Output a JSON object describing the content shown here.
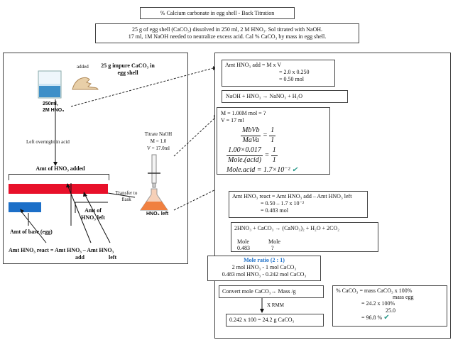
{
  "title": "% Calcium carbonate in egg shell - Back Titration",
  "problem": {
    "line1": "25 g of egg shell (CaCO₃) dissolved in 250 ml, 2 M HNO₃. Sol titrated with NaOH.",
    "line2": "17 ml, 1M NaOH needed to neutralize excess acid. Cal % CaCO₃ by mass in egg shell."
  },
  "left_panel": {
    "added_label": "added",
    "impure_label": "25 g impure CaCO₃ in egg shell",
    "beaker_label_1": "250ml,",
    "beaker_label_2": "2M HNO₃",
    "left_overnight": "Left  overnight in acid",
    "titrate_title": "Titrate  NaOH",
    "titrate_m": "M = 1.0",
    "titrate_v": "V = 17.0ml",
    "transfer_label": "Transfer to flask",
    "hno3_left_flask": "HNO₃ left",
    "amt_added": "Amt of HNO₃ added",
    "amt_left": "Amt of HNO₃ left",
    "amt_base": "Amt of base (egg)",
    "react_eq_left": "Amt  HNO₃ react = Amt HNO₃ – Amt  HNO₃",
    "react_eq_add": "add",
    "react_eq_leftword": "left",
    "colors": {
      "red_bar": "#e8102a",
      "blue_bar": "#1c6fc8",
      "accent": "#2a9a8a"
    }
  },
  "right_panel": {
    "amt_add_1": "Amt HNO₃ add = M x V",
    "amt_add_2": "= 2.0 x 0.250",
    "amt_add_3": "= 0.50 mol",
    "reaction1": "NaOH   +    HNO₃    →   NaNO₃  +  H₂O",
    "m_line": "M = 1.00M       mol = ?",
    "v_line": "V = 17 ml",
    "eq1_num_l": "MbVb",
    "eq1_den_l": "MaVa",
    "eq1_num_r": "1",
    "eq1_den_r": "1",
    "eq2_num_l": "1.00×0.017",
    "eq2_den_l": "Mole.(acid)",
    "eq2_num_r": "1",
    "eq2_den_r": "1",
    "eq3": "Mole.acid  = 1.7×10⁻²",
    "react_1": "Amt HNO₃ react = Amt HNO₃ add – Amt HNO₃ left",
    "react_2": "=          0.50       –    1.7 x 10⁻²",
    "react_3": "=  0.483 mol",
    "reaction2": "2HNO₃   +   CaCO₃   →   (CaNO₃)₂  +  H₂O   +   2CO₂",
    "mole_a": "Mole",
    "mole_b": "Mole",
    "mole_a_val": "0.483",
    "mole_b_val": "?",
    "ratio_title": "Mole ratio (2 : 1)",
    "ratio_1": "2 mol HNO₃  -  1 mol CaCO₃",
    "ratio_2": "0.483 mol HNO₃   - 0.242 mol CaCO₃",
    "convert_label": "Convert mole CaCO₃→  Mass /g",
    "rmm_label": "X RMM",
    "mass_result": "0.242 x 100 = 24.2 g CaCO₃",
    "pct_1": "% CaCO₃  =  mass CaCO₃  x 100%",
    "pct_2": "mass egg",
    "pct_3": "= 24.2  x 100%",
    "pct_4": "25.0",
    "pct_5": "=   96.8 %"
  }
}
